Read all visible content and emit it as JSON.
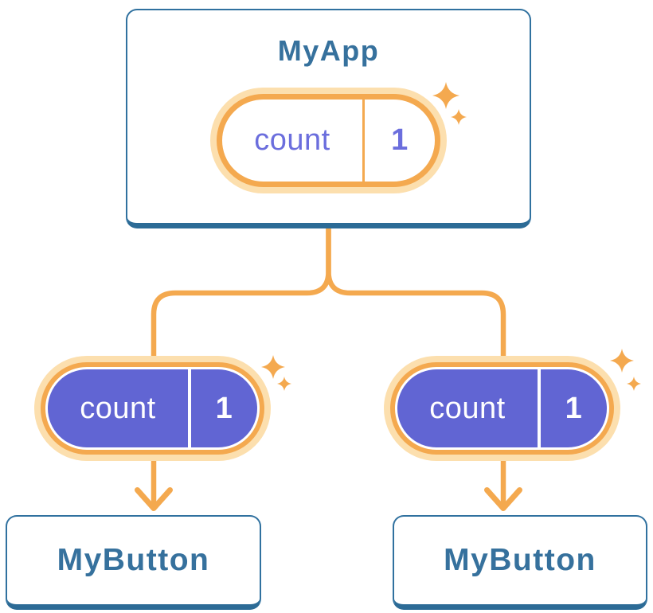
{
  "colors": {
    "blue-border": "#30719f",
    "blue-band": "#2c6b96",
    "blue-text": "#36719d",
    "orange": "#f4a94f",
    "orange-halo": "#fcdfae",
    "purple": "#6165d3",
    "purple-text": "#6b6edd"
  },
  "icons": {
    "sparkle-icon": "✦",
    "arrow-down-icon": "↓"
  },
  "tree": {
    "root": {
      "name": "MyApp",
      "state": {
        "label": "count",
        "value": "1"
      }
    },
    "children": [
      {
        "state": {
          "label": "count",
          "value": "1"
        },
        "component": {
          "name": "MyButton"
        }
      },
      {
        "state": {
          "label": "count",
          "value": "1"
        },
        "component": {
          "name": "MyButton"
        }
      }
    ]
  }
}
